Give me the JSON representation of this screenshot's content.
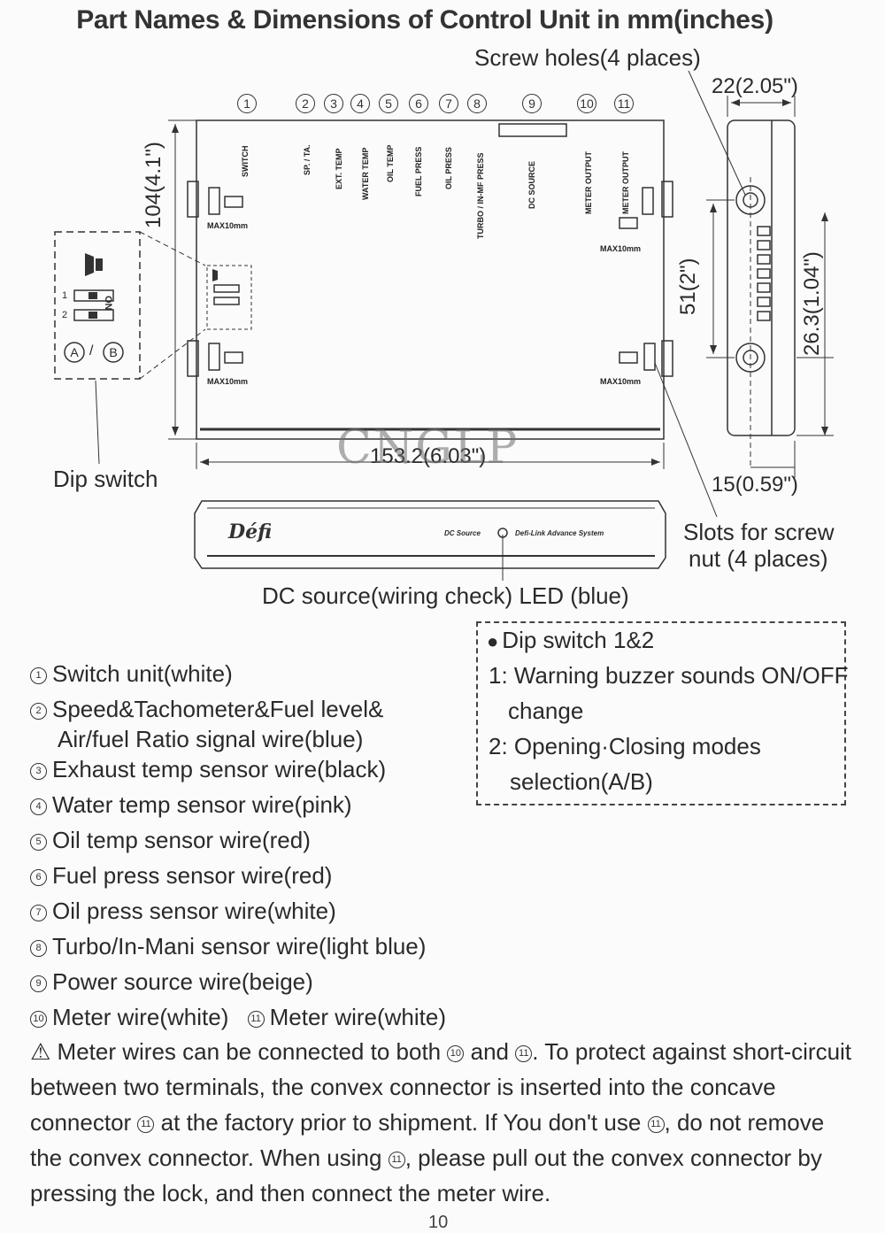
{
  "title": "Part Names & Dimensions of Control Unit in mm(inches)",
  "labels": {
    "screw_holes": "Screw holes(4 places)",
    "dip_switch": "Dip switch",
    "slots_line1": "Slots for screw",
    "slots_line2": "nut (4 places)",
    "led": "DC source(wiring check) LED (blue)"
  },
  "dimensions": {
    "depth": "22(2.05\")",
    "height": "104(4.1\")",
    "width": "153.2(6.03\")",
    "hole_spacing": "51(2\")",
    "side_offset": "26.3(1.04\")",
    "bottom_offset": "15(0.59\")"
  },
  "connector_numbers": [
    "1",
    "2",
    "3",
    "4",
    "5",
    "6",
    "7",
    "8",
    "9",
    "10",
    "11"
  ],
  "connector_labels": [
    "SWITCH",
    "SP. / TA.",
    "EXT. TEMP",
    "WATER TEMP",
    "OIL TEMP",
    "FUEL PRESS",
    "OIL PRESS",
    "TURBO / IN-MF PRESS",
    "DC SOURCE",
    "METER OUTPUT",
    "METER OUTPUT"
  ],
  "max_label": "MAX10mm",
  "dip_detail": {
    "on": "ON",
    "sw1": "1",
    "sw2": "2",
    "a": "A",
    "b": "B",
    "slash": "/"
  },
  "front_panel": {
    "brand": "Défi",
    "dc_source": "DC Source",
    "system": "Defi-Link Advance System"
  },
  "watermark": "CNGLP",
  "dip_info": {
    "heading": "Dip switch 1&2",
    "line1": "1: Warning buzzer sounds ON/OFF",
    "line1b": "change",
    "line2": "2: Opening·Closing modes",
    "line2b": "selection(A/B)"
  },
  "legend": [
    {
      "num": "1",
      "text": "Switch unit(white)"
    },
    {
      "num": "2",
      "text": "Speed&Tachometer&Fuel level&"
    },
    {
      "num": "",
      "text": "Air/fuel Ratio signal wire(blue)"
    },
    {
      "num": "3",
      "text": "Exhaust temp sensor wire(black)"
    },
    {
      "num": "4",
      "text": "Water temp sensor wire(pink)"
    },
    {
      "num": "5",
      "text": "Oil temp sensor wire(red)"
    },
    {
      "num": "6",
      "text": "Fuel press sensor wire(red)"
    },
    {
      "num": "7",
      "text": "Oil press sensor wire(white)"
    },
    {
      "num": "8",
      "text": "Turbo/In-Mani sensor wire(light blue)"
    },
    {
      "num": "9",
      "text": "Power source wire(beige)"
    },
    {
      "num": "10",
      "text": "Meter wire(white)"
    }
  ],
  "legend_extra": {
    "num": "11",
    "text": "Meter wire(white)"
  },
  "note": {
    "symbol": "⚠",
    "p1": "Meter wires can be connected to both",
    "n1": "10",
    "p2": "and",
    "n2": "11",
    "p3": ". To protect against short-circuit between two terminals, the convex connector is inserted into the concave connector",
    "n3": "11",
    "p4": "at the factory prior to shipment.  If You don't use",
    "n4": "11",
    "p5": ", do not remove the convex connector.  When using",
    "n5": "11",
    "p6": ", please pull out the convex connector by pressing the lock, and then connect the meter wire."
  },
  "page_number": "10"
}
